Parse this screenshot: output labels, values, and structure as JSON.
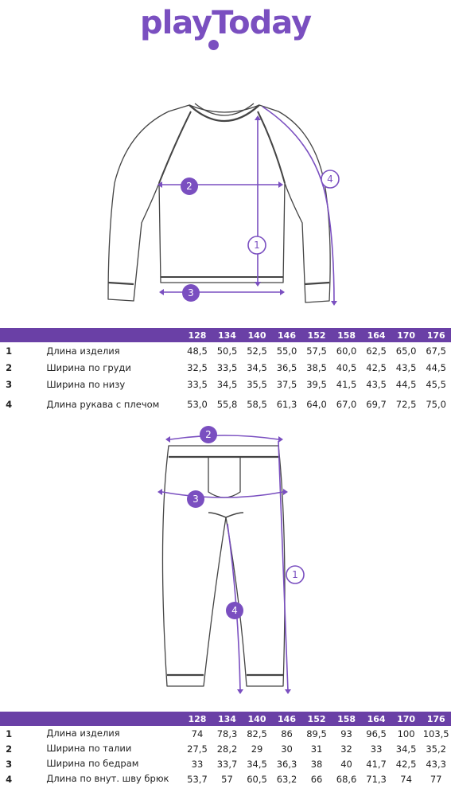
{
  "brand": {
    "logo_text": "playToday",
    "accent": "#7a4fc0",
    "header_bg": "#6a40a6"
  },
  "sizes": [
    "128",
    "134",
    "140",
    "146",
    "152",
    "158",
    "164",
    "170",
    "176"
  ],
  "top_table": {
    "rows": [
      {
        "num": "1",
        "label": "Длина изделия",
        "values": [
          "48,5",
          "50,5",
          "52,5",
          "55,0",
          "57,5",
          "60,0",
          "62,5",
          "65,0",
          "67,5"
        ]
      },
      {
        "num": "2",
        "label": "Ширина по груди",
        "values": [
          "32,5",
          "33,5",
          "34,5",
          "36,5",
          "38,5",
          "40,5",
          "42,5",
          "43,5",
          "44,5"
        ]
      },
      {
        "num": "3",
        "label": "Ширина по низу",
        "values": [
          "33,5",
          "34,5",
          "35,5",
          "37,5",
          "39,5",
          "41,5",
          "43,5",
          "44,5",
          "45,5"
        ]
      },
      {
        "num": "4",
        "label": "Длина рукава с плечом",
        "values": [
          "53,0",
          "55,8",
          "58,5",
          "61,3",
          "64,0",
          "67,0",
          "69,7",
          "72,5",
          "75,0"
        ]
      }
    ]
  },
  "bottom_table": {
    "rows": [
      {
        "num": "1",
        "label": "Длина изделия",
        "values": [
          "74",
          "78,3",
          "82,5",
          "86",
          "89,5",
          "93",
          "96,5",
          "100",
          "103,5"
        ]
      },
      {
        "num": "2",
        "label": "Ширина по талии",
        "values": [
          "27,5",
          "28,2",
          "29",
          "30",
          "31",
          "32",
          "33",
          "34,5",
          "35,2"
        ]
      },
      {
        "num": "3",
        "label": "Ширина по бедрам",
        "values": [
          "33",
          "33,7",
          "34,5",
          "36,3",
          "38",
          "40",
          "41,7",
          "42,5",
          "43,3"
        ]
      },
      {
        "num": "4",
        "label": "Длина по внут. шву брюк",
        "values": [
          "53,7",
          "57",
          "60,5",
          "63,2",
          "66",
          "68,6",
          "71,3",
          "74",
          "77"
        ]
      }
    ]
  },
  "shirt_markers": [
    "1",
    "2",
    "3",
    "4"
  ],
  "pants_markers": [
    "1",
    "2",
    "3",
    "4"
  ]
}
